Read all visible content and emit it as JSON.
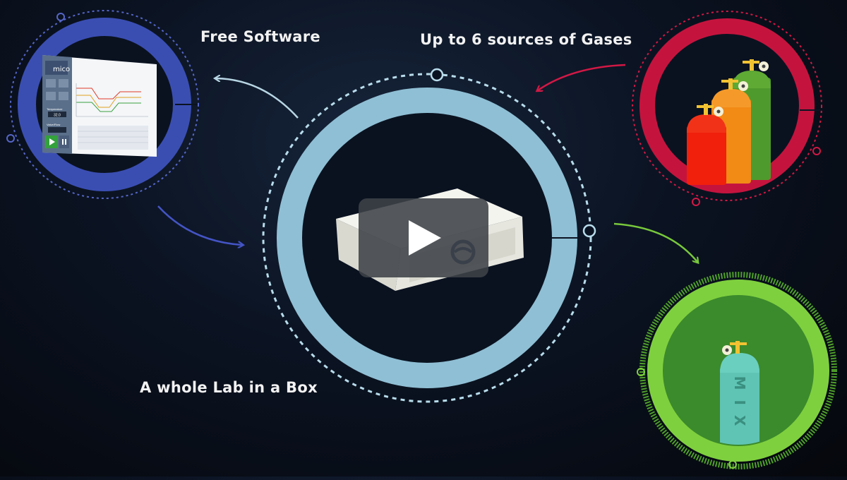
{
  "video": {
    "play_button_label": "Play video",
    "captions": {
      "software": "Free Software",
      "gases": "Up to 6 sources of Gases",
      "lab": "A whole Lab in a Box"
    },
    "software_screen": {
      "logo_text": "mico",
      "temperature_label": "Temperature",
      "temperature_value": "32.0",
      "valve_label": "Valve/Flow"
    },
    "mix_cylinder_label": "MIX"
  },
  "colors": {
    "software_ring": "#3a4eb2",
    "central_ring": "#8fbfd4",
    "gases_ring": "#c4143e",
    "mix_ring": "#7fd03e",
    "cylinder_red": "#f0200c",
    "cylinder_orange": "#f28a16",
    "cylinder_green": "#4f9a2c",
    "mix_cylinder": "#5fc4b4"
  }
}
